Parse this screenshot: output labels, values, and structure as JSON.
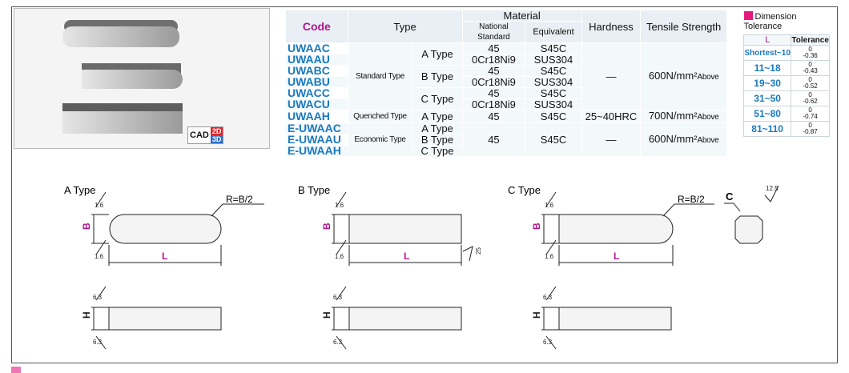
{
  "spec_table": {
    "headers": {
      "code": "Code",
      "type": "Type",
      "material": "Material",
      "national_standard": "National Standard",
      "equivalent": "Equivalent",
      "hardness": "Hardness",
      "tensile": "Tensile Strength"
    },
    "groups": {
      "standard": "Standard Type",
      "quenched": "Quenched Type",
      "economic": "Economic Type"
    },
    "rows": [
      {
        "code": "UWAAC",
        "subtype": "A Type",
        "material": "45",
        "equivalent": "S45C"
      },
      {
        "code": "UWAAU",
        "material": "0Cr18Ni9",
        "equivalent": "SUS304"
      },
      {
        "code": "UWABC",
        "subtype": "B Type",
        "material": "45",
        "equivalent": "S45C"
      },
      {
        "code": "UWABU",
        "material": "0Cr18Ni9",
        "equivalent": "SUS304"
      },
      {
        "code": "UWACC",
        "subtype": "C Type",
        "material": "45",
        "equivalent": "S45C"
      },
      {
        "code": "UWACU",
        "material": "0Cr18Ni9",
        "equivalent": "SUS304"
      },
      {
        "code": "UWAAH",
        "subtype": "A Type",
        "material": "45",
        "equivalent": "S45C"
      },
      {
        "code": "E-UWAAC",
        "subtype": "A Type"
      },
      {
        "code": "E-UWAAU",
        "subtype": "B Type",
        "material": "45",
        "equivalent": "S45C"
      },
      {
        "code": "E-UWAAH",
        "subtype": "C Type"
      }
    ],
    "standard_hardness": "—",
    "standard_tensile_value": "600N/mm²",
    "standard_tensile_suffix": "Above",
    "quenched_hardness": "25~40HRC",
    "quenched_tensile_value": "700N/mm²",
    "quenched_tensile_suffix": "Above",
    "economic_hardness": "—",
    "economic_tensile_value": "600N/mm²",
    "economic_tensile_suffix": "Above"
  },
  "tolerance_table": {
    "title": "Dimension Tolerance",
    "col_l": "L",
    "col_tol": "Tolerance",
    "rows": [
      {
        "range": "Shortest~10",
        "upper": "0",
        "lower": "-0.36"
      },
      {
        "range": "11~18",
        "upper": "0",
        "lower": "-0.43"
      },
      {
        "range": "19~30",
        "upper": "0",
        "lower": "-0.52"
      },
      {
        "range": "31~50",
        "upper": "0",
        "lower": "-0.62"
      },
      {
        "range": "51~80",
        "upper": "0",
        "lower": "-0.74"
      },
      {
        "range": "81~110",
        "upper": "0",
        "lower": "-0.87"
      }
    ]
  },
  "cad_badge": {
    "label": "CAD",
    "d2": "2D",
    "d3": "3D"
  },
  "drawings": {
    "a_title": "A Type",
    "b_title": "B Type",
    "c_title": "C Type",
    "radius": "R=B/2",
    "dim_b": "B",
    "dim_l": "L",
    "dim_h": "H",
    "rough_16": "1.6",
    "rough_63": "6.3",
    "rough_25": "25",
    "rough_125": "12.5",
    "chamfer": "C"
  },
  "colors": {
    "code_blue": "#1879c2",
    "header_magenta": "#b0178b",
    "tolerance_marker": "#e6197e",
    "cad_2d": "#e0262b",
    "cad_3d": "#2a6fc9"
  }
}
